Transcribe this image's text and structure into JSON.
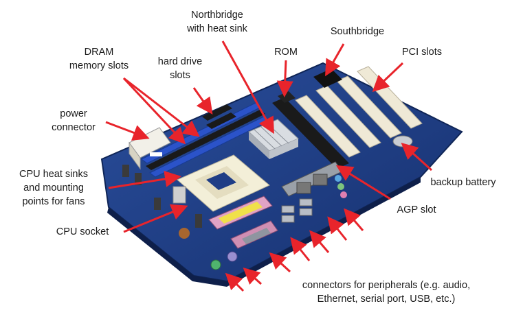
{
  "labels": {
    "northbridge": [
      "Northbridge",
      "with heat sink"
    ],
    "southbridge": "Southbridge",
    "dram": [
      "DRAM",
      "memory slots"
    ],
    "hard_drive": [
      "hard drive",
      "slots"
    ],
    "rom": "ROM",
    "pci": "PCI slots",
    "power": [
      "power",
      "connector"
    ],
    "cpu_heat_sinks": [
      "CPU heat sinks",
      "and mounting",
      "points for fans"
    ],
    "backup_battery": "backup battery",
    "agp": "AGP slot",
    "cpu_socket": "CPU socket",
    "peripherals": [
      "connectors for peripherals (e.g. audio,",
      "Ethernet, serial port, USB, etc.)"
    ]
  },
  "colors": {
    "arrow": "#e8242b",
    "board": "#1f3d86",
    "slot_white": "#efe9d6",
    "ram_slot": "#2b53c9",
    "agp_slot": "#1a1a1a"
  }
}
